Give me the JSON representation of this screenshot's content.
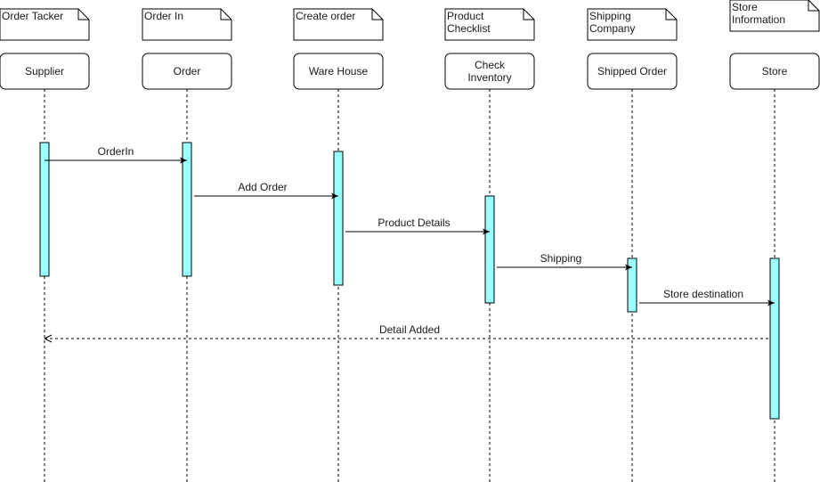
{
  "participants": [
    {
      "name": "Supplier",
      "note": "Order Tacker"
    },
    {
      "name": "Order",
      "note": "Order In"
    },
    {
      "name": "Ware House",
      "note": "Create order"
    },
    {
      "name": "Check\nInventory",
      "note": "Product\nChecklist"
    },
    {
      "name": "Shipped Order",
      "note": "Shipping\nCompany"
    },
    {
      "name": "Store",
      "note": "Store\nInformation"
    }
  ],
  "messages": [
    {
      "label": "OrderIn",
      "from": 0,
      "to": 1,
      "style": "solid"
    },
    {
      "label": "Add Order",
      "from": 1,
      "to": 2,
      "style": "solid"
    },
    {
      "label": "Product Details",
      "from": 2,
      "to": 3,
      "style": "solid"
    },
    {
      "label": "Shipping",
      "from": 3,
      "to": 4,
      "style": "solid"
    },
    {
      "label": "Store destination",
      "from": 4,
      "to": 5,
      "style": "solid"
    },
    {
      "label": "Detail Added",
      "from": 5,
      "to": 0,
      "style": "dashed"
    }
  ],
  "colors": {
    "activation_fill": "#99ffff",
    "stroke": "#000000",
    "box_fill": "#ffffff"
  }
}
